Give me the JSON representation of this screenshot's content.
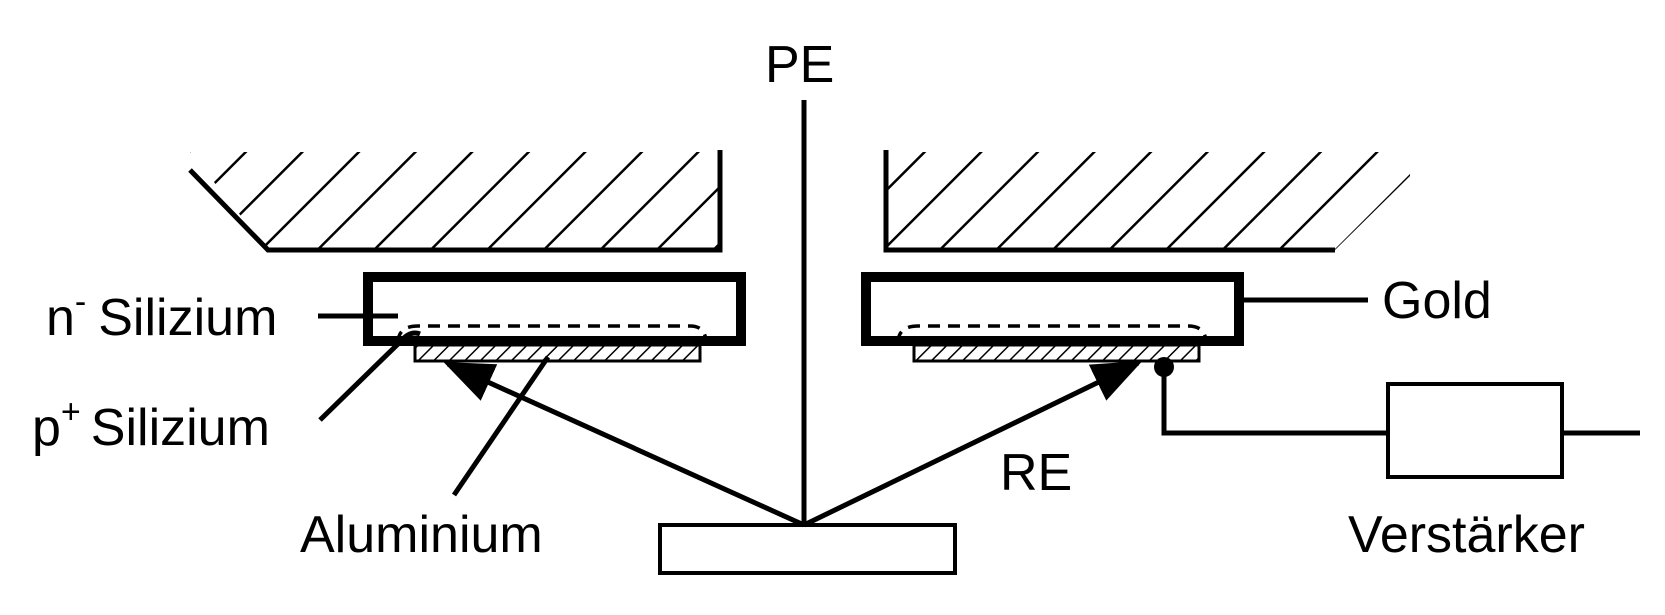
{
  "labels": {
    "pe": "PE",
    "re": "RE",
    "gold": "Gold",
    "n_silizium_base": "n",
    "n_silizium_sup": "-",
    "n_silizium_text": "Silizium",
    "p_silizium_base": "p",
    "p_silizium_sup": "+",
    "p_silizium_text": "Silizium",
    "aluminium": "Aluminium",
    "verstaerker": "Verstärker"
  },
  "colors": {
    "ink": "#000000",
    "background": "#ffffff"
  }
}
